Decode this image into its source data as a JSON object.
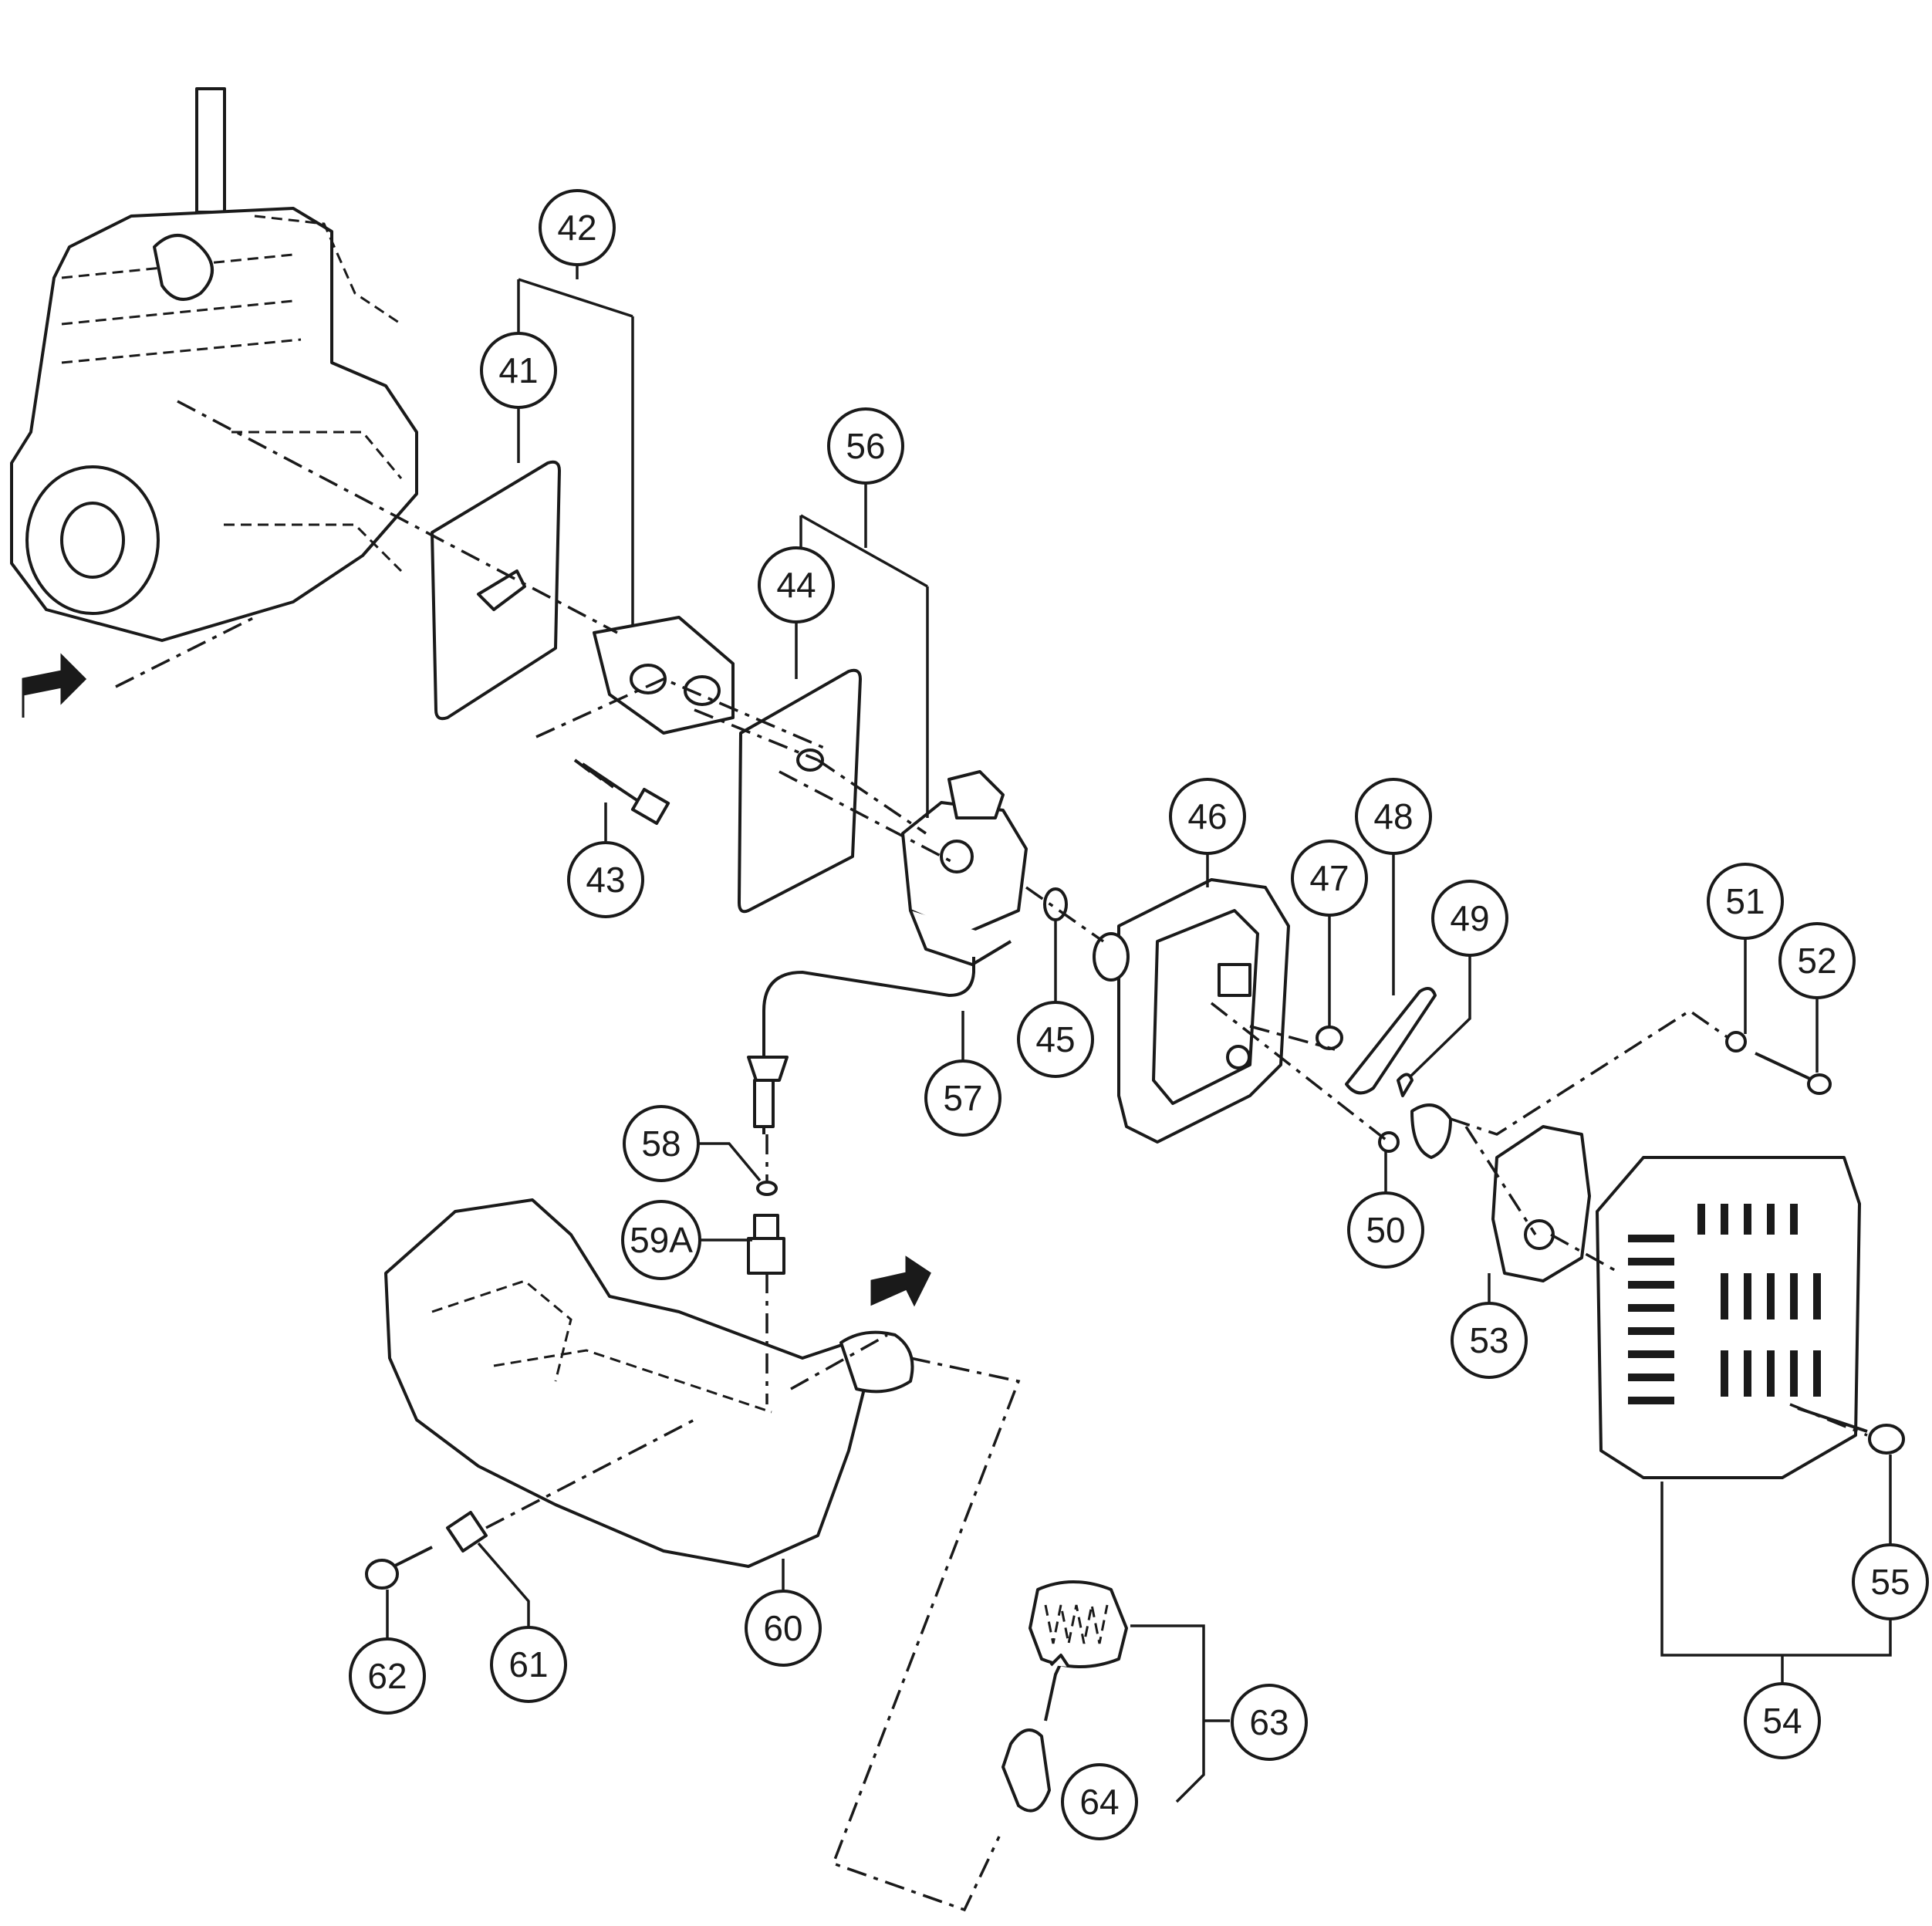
{
  "diagram": {
    "callouts": [
      "41",
      "42",
      "43",
      "44",
      "45",
      "46",
      "47",
      "48",
      "49",
      "50",
      "51",
      "52",
      "53",
      "54",
      "55",
      "56",
      "57",
      "58",
      "59A",
      "60",
      "61",
      "62",
      "63",
      "64"
    ]
  }
}
